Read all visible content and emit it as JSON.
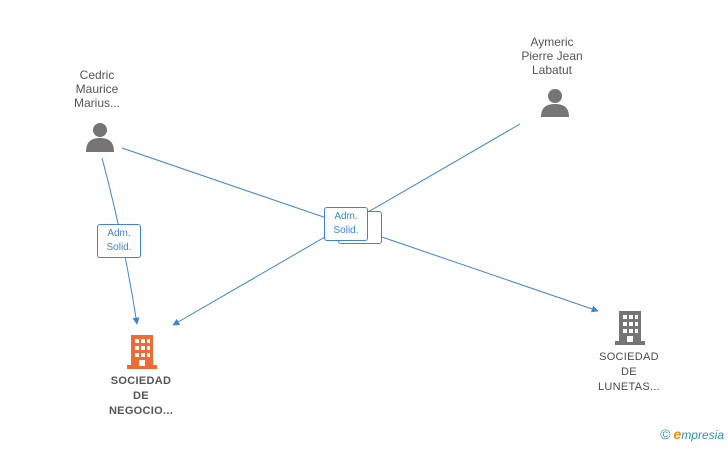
{
  "persons": [
    {
      "id": "cedric",
      "label": "Cedric\nMaurice\nMarius..."
    },
    {
      "id": "aymeric",
      "label": "Aymeric\nPierre Jean\nLabatut"
    }
  ],
  "companies": [
    {
      "id": "negocio",
      "label": "SOCIEDAD\nDE\nNEGOCIO...",
      "color": "#f06a35"
    },
    {
      "id": "lunetas",
      "label": "SOCIEDAD\nDE\nLUNETAS...",
      "color": "#757575"
    }
  ],
  "relations": [
    {
      "label": "Adm.\nSolid."
    },
    {
      "label": "Adm.\nSolid."
    },
    {
      "label": ""
    }
  ],
  "colors": {
    "edge": "#3f84d2",
    "person_icon": "#757575"
  },
  "brand": {
    "copyright": "©",
    "initial": "e",
    "rest": "mpresia"
  }
}
